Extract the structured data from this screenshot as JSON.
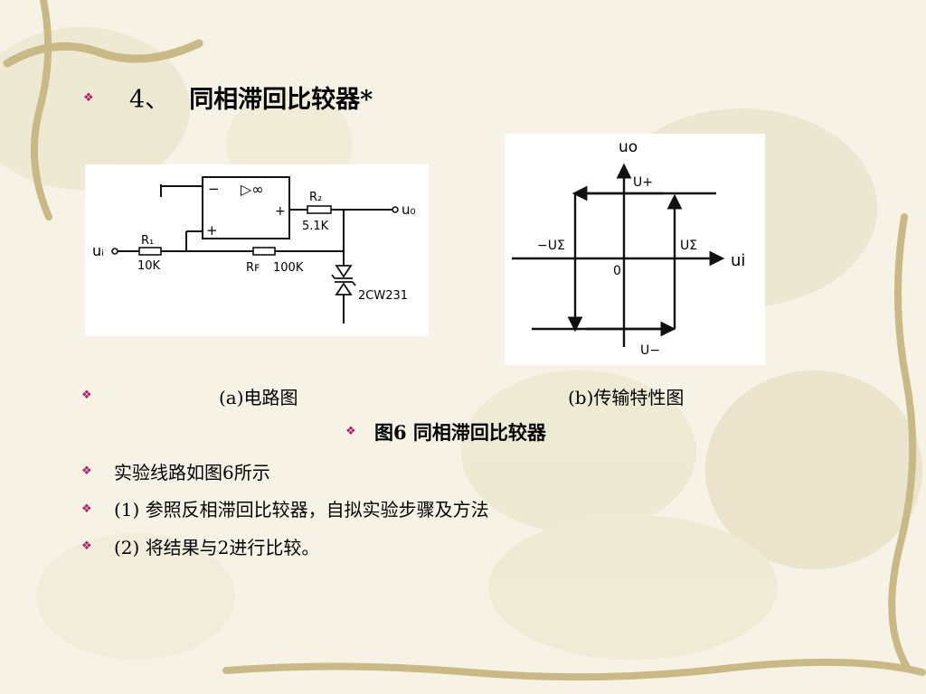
{
  "slide": {
    "title_number": "4、",
    "title_text": "同相滞回比较器*",
    "caption_a": "(a)电路图",
    "caption_b": "(b)传输特性图",
    "figure_caption": "图6  同相滞回比较器",
    "body_lines": [
      "实验线路如图6所示",
      "(1) 参照反相滞回比较器，自拟实验步骤及方法",
      "(2) 将结果与2进行比较。"
    ]
  },
  "circuit": {
    "opamp_minus": "−",
    "opamp_plus": "+",
    "opamp_symbol": "▷∞",
    "opamp_out_plus": "+",
    "r2_label": "R₂",
    "r2_value": "5.1K",
    "r1_label": "R₁",
    "r1_value": "10K",
    "rf_label": "Rꜰ",
    "rf_value": "100K",
    "zener_label": "2CW231",
    "input_label": "uᵢ",
    "output_label": "u₀"
  },
  "characteristic": {
    "y_axis_label": "uo",
    "x_axis_label": "ui",
    "u_plus": "U+",
    "u_minus": "U−",
    "u_sigma": "UΣ",
    "neg_u_sigma": "−UΣ",
    "origin": "0"
  },
  "colors": {
    "bullet": "#b01c6a",
    "background": "#f6f3e6"
  }
}
